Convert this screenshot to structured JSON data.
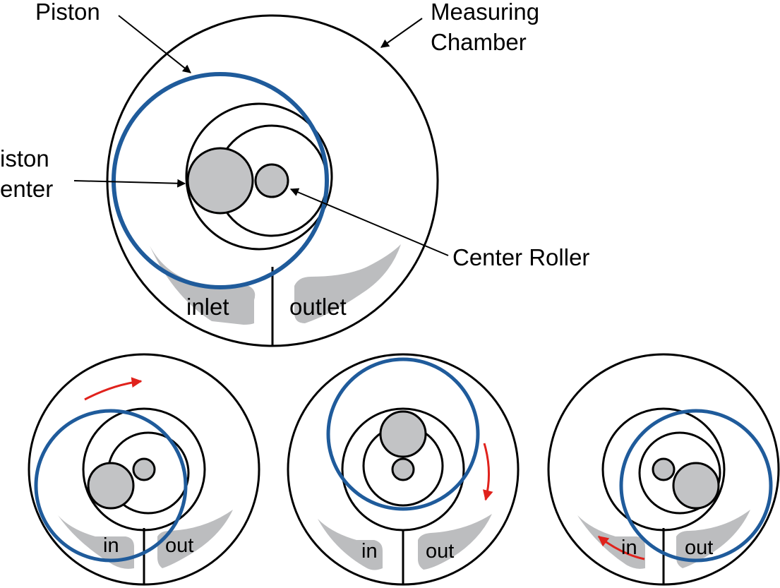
{
  "labels": {
    "piston": "Piston",
    "measuring_line1": "Measuring",
    "measuring_line2": "Chamber",
    "piston_center_line1": "iston",
    "piston_center_line2": "enter",
    "center_roller": "Center Roller",
    "inlet": "inlet",
    "outlet": "outlet"
  },
  "panels": [
    {
      "in": "in",
      "out": "out"
    },
    {
      "in": "in",
      "out": "out"
    },
    {
      "in": "in",
      "out": "out"
    }
  ],
  "colors": {
    "piston": "#1f5b9b",
    "arrow": "#e0221c",
    "fill_gray": "#c2c3c5",
    "port_gray": "#bcbdbf",
    "stroke": "#000000"
  }
}
